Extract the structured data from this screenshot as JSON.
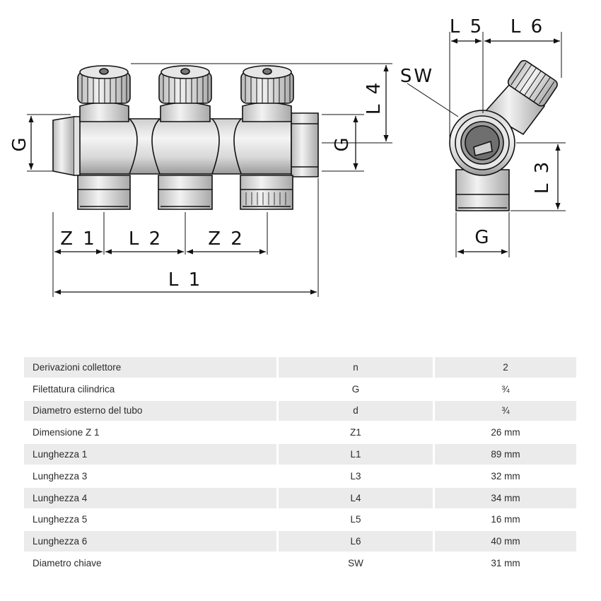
{
  "drawing": {
    "labels": {
      "g_left": "G",
      "g_mid": "G",
      "g_side": "G",
      "z1": "Z 1",
      "l2": "L 2",
      "z2": "Z 2",
      "l1": "L 1",
      "l4": "L 4",
      "l5": "L 5",
      "l6": "L 6",
      "sw": "SW",
      "l3": "L 3"
    }
  },
  "table": {
    "rows": [
      {
        "description": "Derivazioni collettore",
        "symbol": "n",
        "value": "2"
      },
      {
        "description": "Filettatura cilindrica",
        "symbol": "G",
        "value": "¾"
      },
      {
        "description": "Diametro esterno del tubo",
        "symbol": "d",
        "value": "¾"
      },
      {
        "description": "Dimensione Z 1",
        "symbol": "Z1",
        "value": "26 mm"
      },
      {
        "description": "Lunghezza 1",
        "symbol": "L1",
        "value": "89 mm"
      },
      {
        "description": "Lunghezza 3",
        "symbol": "L3",
        "value": "32 mm"
      },
      {
        "description": "Lunghezza 4",
        "symbol": "L4",
        "value": "34 mm"
      },
      {
        "description": "Lunghezza 5",
        "symbol": "L5",
        "value": "16 mm"
      },
      {
        "description": "Lunghezza 6",
        "symbol": "L6",
        "value": "40 mm"
      },
      {
        "description": "Diametro chiave",
        "symbol": "SW",
        "value": "31 mm"
      }
    ]
  }
}
